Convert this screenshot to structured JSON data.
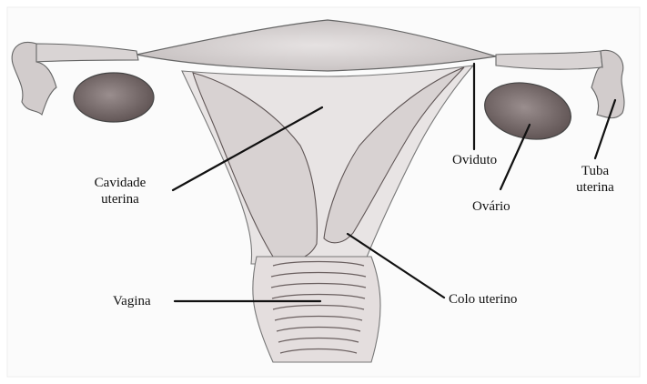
{
  "labels": {
    "cavidade_line1": "Cavidade",
    "cavidade_line2": "uterina",
    "vagina": "Vagina",
    "oviduto": "Oviduto",
    "ovario": "Ovário",
    "tuba_line1": "Tuba",
    "tuba_line2": "uterina",
    "colo": "Colo uterino"
  },
  "colors": {
    "paper": "#fbfbfb",
    "pencil": "#555555",
    "shade": "#8a8080",
    "ovary_fill": "#7d7070",
    "leader": "#111111"
  }
}
